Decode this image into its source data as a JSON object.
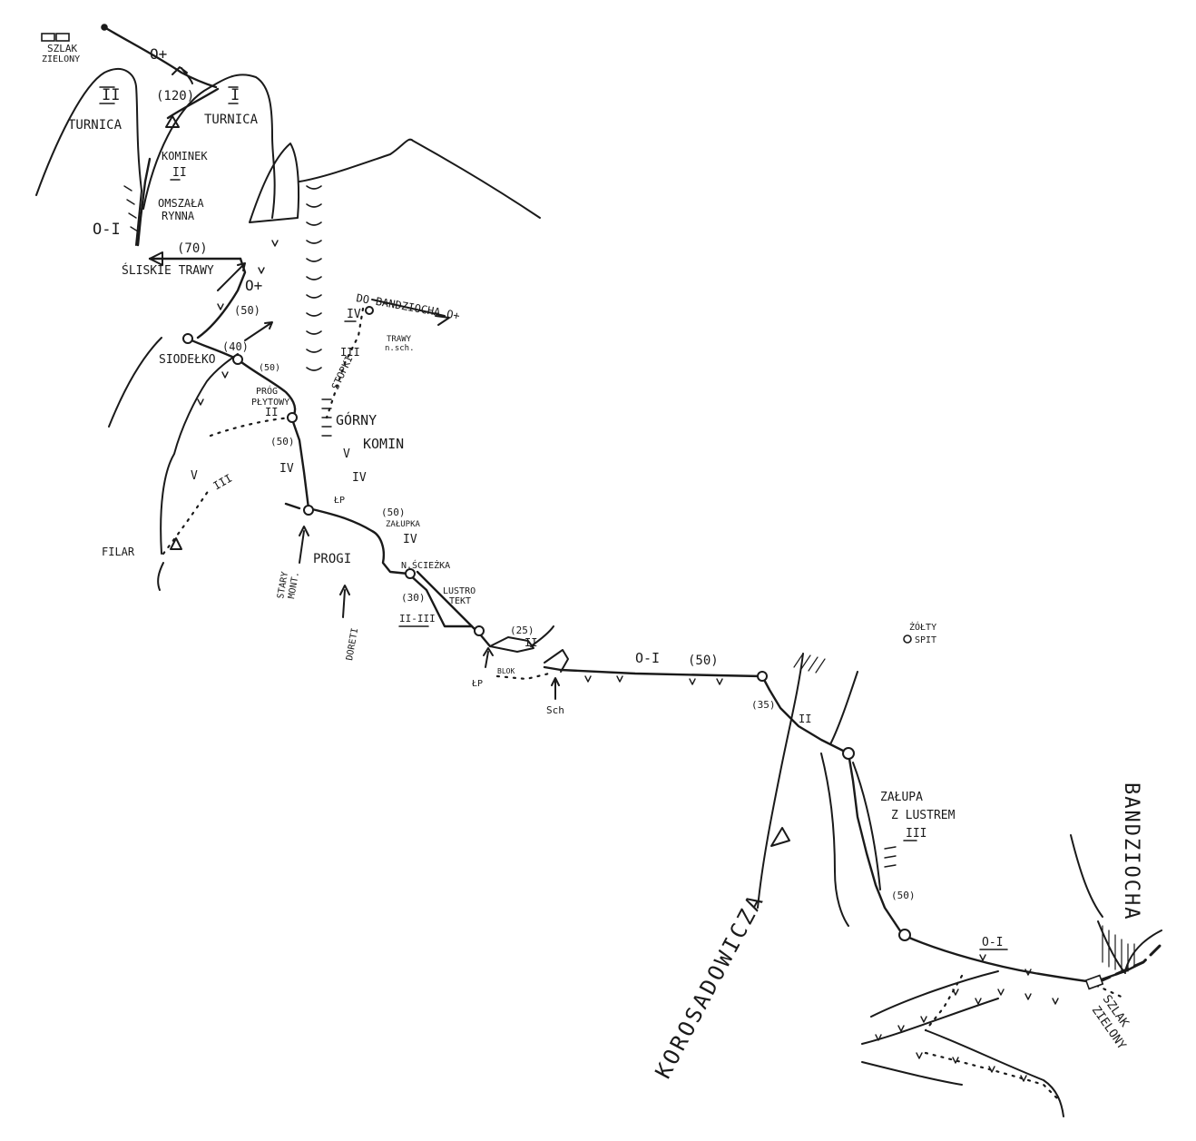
{
  "labels": {
    "trail_top": "SZLAK\nZIELONY",
    "grade_top": "O+",
    "turnica_2_grade": "II",
    "turnica_2": "TURNICA",
    "turnica_1_grade": "I",
    "turnica_1": "TURNICA",
    "len_120": "(120)",
    "kominek": "KOMINEK",
    "kominek_grade": "II",
    "omszala": "OMSZAŁA\nRYNNA",
    "o_i_left": "O-I",
    "len_70": "(70)",
    "sliskie": "ŚLISKIE TRAWY",
    "o_plus_mid": "O+",
    "len_50a": "(50)",
    "do_bandz": "DO BANDZIOCHA O+",
    "grade_iv_bandz": "IV",
    "len_40": "(40)",
    "siodelko": "SIODEŁKO",
    "len_50b": "(50)",
    "trawy_schody": "TRAWY\nn.sch.",
    "grade_iii_stopnie": "III",
    "stopnie": "STOPKI",
    "prog_plytowy": "PRÓG\nPŁYTOWY",
    "grade_ii_prog": "II",
    "gorny": "GÓRNY",
    "komin": "KOMIN",
    "len_50c": "(50)",
    "grade_iv_left": "IV",
    "grade_v": "V",
    "grade_iv_komin": "IV",
    "grade_v_filar": "V",
    "grade_iii_filar": "III",
    "lp1": "ŁP",
    "len_50d": "(50)",
    "zalupka": "ZAŁUPKA",
    "grade_iv_zalupka": "IV",
    "filar": "FILAR",
    "stary_mont": "STARY\nMONT.",
    "progi": "PROGI",
    "n_sciezka": "N.ŚCIEŻKA",
    "lustro": "LUSTRO\nTEKT",
    "len_30": "(30)",
    "grade_ii_iii": "II-III",
    "doreti": "DORETI",
    "len_25": "(25)",
    "grade_ii_blok": "II",
    "blok": "BLOK",
    "lp2": "ŁP",
    "sch": "Sch",
    "o_i_traverse": "O-I",
    "len_50e": "(50)",
    "zolty_spit": "ŻÓŁTY\nSPIT",
    "len_35": "(35)",
    "grade_ii_korosa": "II",
    "zalupa": "ZAŁUPA\nZ LUSTREM",
    "grade_iii_zalupa": "III",
    "len_50f": "(50)",
    "o_i_bottom": "O-I",
    "korosadowicza": "KOROSADOWICZA",
    "bandziocha": "BANDZIOCHA",
    "trail_bottom": "SZLAK\nZIELONY"
  }
}
